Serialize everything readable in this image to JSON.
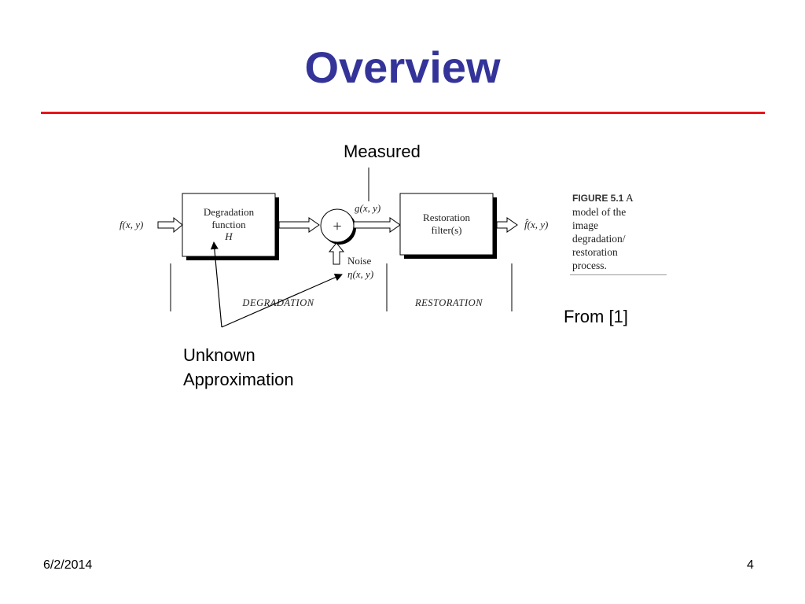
{
  "slide": {
    "title": "Overview",
    "date": "6/2/2014",
    "page_number": "4"
  },
  "annotations": {
    "measured": "Measured",
    "from": "From [1]",
    "unknown_line1": "Unknown",
    "unknown_line2": "Approximation"
  },
  "diagram": {
    "input": "f(x, y)",
    "degradation_line1": "Degradation",
    "degradation_line2": "function",
    "degradation_line3": "H",
    "sum_symbol": "+",
    "measured_signal": "g(x, y)",
    "noise_label": "Noise",
    "noise_symbol": "η(x, y)",
    "restoration_line1": "Restoration",
    "restoration_line2": "filter(s)",
    "output": "f̂(x, y)",
    "degradation_section": "DEGRADATION",
    "restoration_section": "RESTORATION"
  },
  "figure_caption": {
    "label": "FIGURE 5.1",
    "line1_rest": "A",
    "line2": "model of the",
    "line3": "image",
    "line4": "degradation/",
    "line5": "restoration",
    "line6": "process."
  },
  "colors": {
    "title": "#333399",
    "rule": "#e8141b",
    "text": "#000000"
  }
}
